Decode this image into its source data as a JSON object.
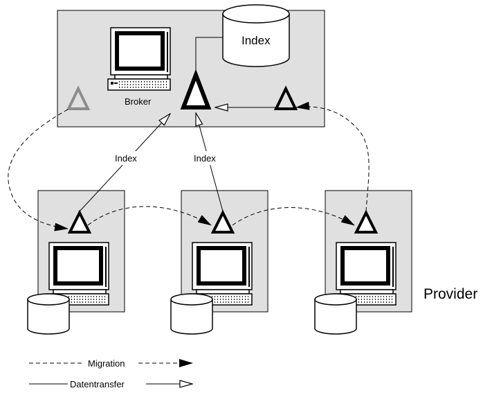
{
  "broker": {
    "label": "Broker",
    "index_label": "Index"
  },
  "provider_label": "Provider",
  "link_labels": {
    "left": "Index",
    "middle": "Index"
  },
  "legend": {
    "migration": "Migration",
    "datentransfer": "Datentransfer"
  },
  "colors": {
    "box_fill": "#e0e0e0",
    "agent_inactive": "#8c8c8c",
    "stroke": "#000000"
  }
}
